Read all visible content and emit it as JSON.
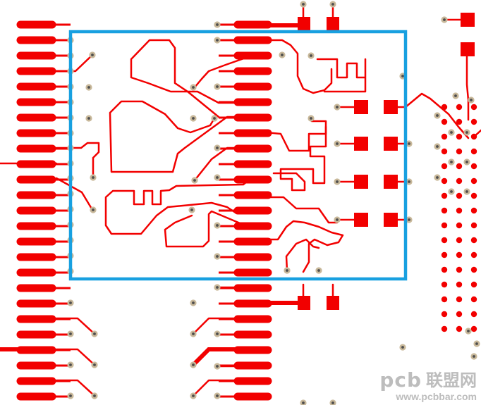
{
  "colors": {
    "copper": "#f20000",
    "via_ring": "#c8b89a",
    "via_hole": "#4d4d4d",
    "highlight": "#18a0e0",
    "background": "#ffffff",
    "watermark": "#bdbdbd"
  },
  "watermark": {
    "logo": "pcb",
    "cn_text": "联盟网",
    "url": "www.pcbbar.com"
  }
}
